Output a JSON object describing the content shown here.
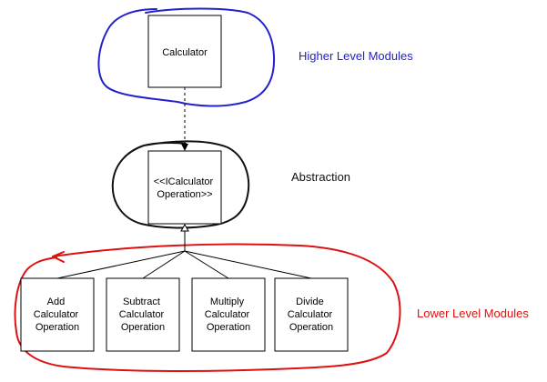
{
  "colors": {
    "higher": "#2222cc",
    "abstraction": "#111111",
    "lower": "#dd1111",
    "box_stroke": "#000000"
  },
  "nodes": {
    "calculator": {
      "lines": [
        "Calculator"
      ]
    },
    "interface": {
      "lines": [
        "<<ICalculator",
        "Operation>>"
      ]
    },
    "add": {
      "lines": [
        "Add",
        "Calculator",
        "Operation"
      ]
    },
    "subtract": {
      "lines": [
        "Subtract",
        "Calculator",
        "Operation"
      ]
    },
    "multiply": {
      "lines": [
        "Multiply",
        "Calculator",
        "Operation"
      ]
    },
    "divide": {
      "lines": [
        "Divide",
        "Calculator",
        "Operation"
      ]
    }
  },
  "labels": {
    "higher": "Higher Level Modules",
    "abstraction": "Abstraction",
    "lower": "Lower Level Modules"
  }
}
